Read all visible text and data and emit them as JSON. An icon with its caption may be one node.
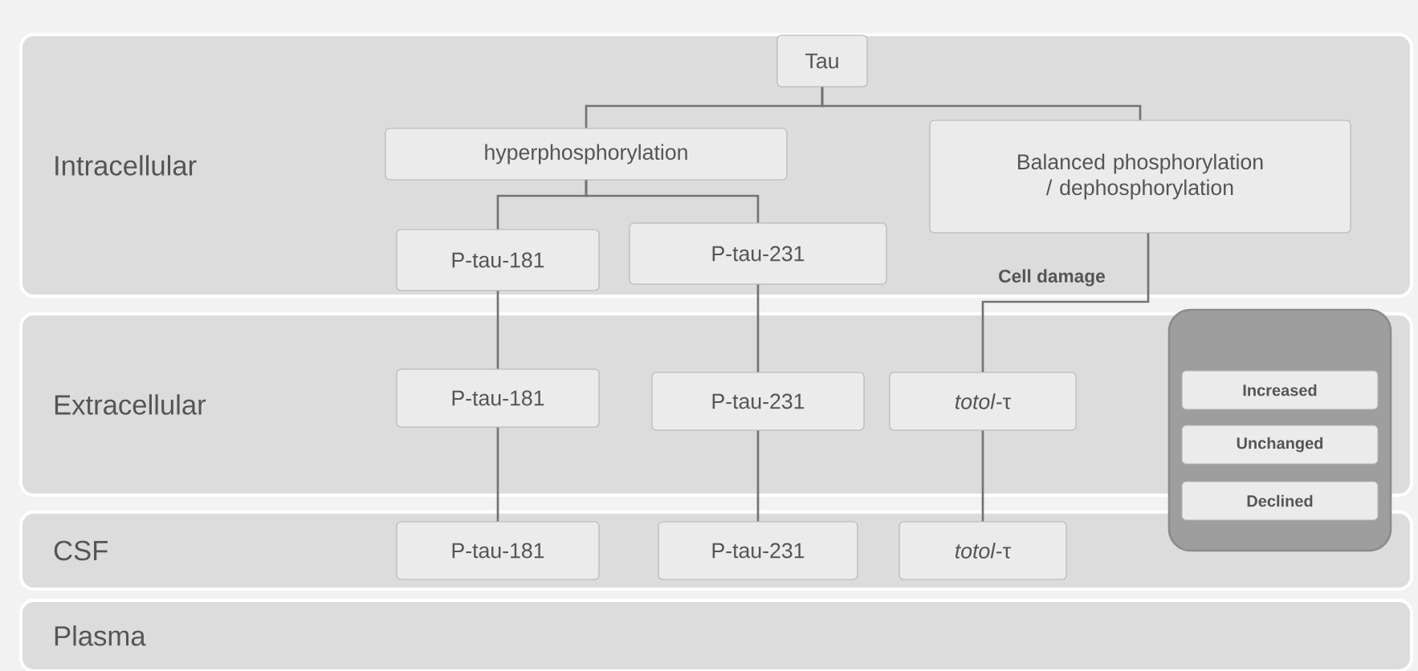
{
  "diagram": {
    "nodes": [
      {
        "text": [
          "Intracellular"
        ]
      },
      {
        "text": [
          "Tau"
        ],
        "in": 0
      },
      {
        "text": [
          "hyperphosphorylation"
        ],
        "in": 0
      },
      {
        "text": [
          "Balanced phosphorylation / dephosphorylation"
        ],
        "in": 0
      },
      {
        "text": [
          "P-tau-181"
        ],
        "in": 0
      },
      {
        "text": [
          "P-tau-231"
        ],
        "in": 0
      },
      {
        "text": [
          "Extracellular"
        ]
      },
      {
        "text": [
          "P-tau-181"
        ],
        "in": 6
      },
      {
        "text": [
          "P-tau-231"
        ],
        "in": 6
      },
      {
        "text": [
          "*totol*-τ"
        ],
        "in": 6
      },
      {
        "text": [
          "CSF"
        ]
      },
      {
        "text": [
          "P-tau-181"
        ],
        "in": 10
      },
      {
        "text": [
          "P-tau-231"
        ],
        "in": 10
      },
      {
        "text": [
          "*totol*-τ"
        ],
        "in": 10
      },
      {
        "text": [
          "Plasma"
        ]
      },
      {
        "text": [],
        "shape": "box"
      },
      {
        "text": [
          "Increased"
        ]
      },
      {
        "text": [
          "Unchanged"
        ]
      },
      {
        "text": [
          "Declined"
        ],
        "in": 15
      }
    ],
    "edges": [
      {
        "from": 1,
        "to": 2,
        "arrow": "none"
      },
      {
        "from": 1,
        "to": 3,
        "arrow": "none"
      },
      {
        "from": 2,
        "to": 4,
        "arrow": "none"
      },
      {
        "from": 2,
        "to": 5,
        "arrow": "none"
      },
      {
        "from": 3,
        "to": 9,
        "arrow": "none",
        "label": "Cell damage"
      },
      {
        "from": 4,
        "to": 7,
        "arrow": "none"
      },
      {
        "from": 5,
        "to": 8,
        "arrow": "none"
      },
      {
        "from": 7,
        "to": 11,
        "arrow": "none"
      },
      {
        "from": 8,
        "to": 12,
        "arrow": "none"
      },
      {
        "from": 9,
        "to": 13,
        "arrow": "none"
      }
    ]
  }
}
